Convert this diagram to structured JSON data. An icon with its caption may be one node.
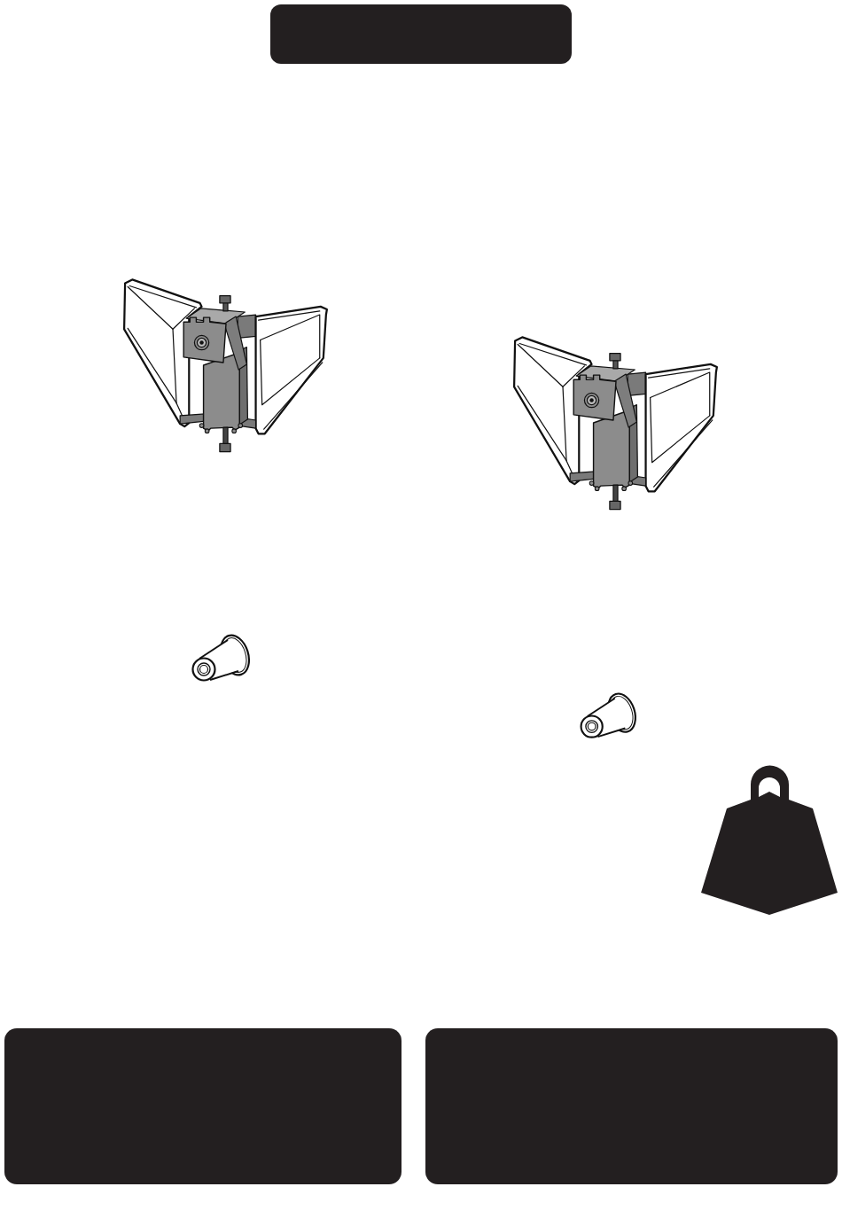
{
  "diagram": {
    "nodes": [
      {
        "text": [],
        "shape": "box"
      },
      {
        "text": [],
        "shape": "picture"
      },
      {
        "text": [],
        "shape": "picture"
      },
      {
        "text": [],
        "shape": "picture"
      },
      {
        "text": [],
        "shape": "picture"
      },
      {
        "text": [],
        "shape": "picture"
      },
      {
        "text": [],
        "shape": "box"
      },
      {
        "text": [],
        "shape": "box"
      }
    ]
  }
}
